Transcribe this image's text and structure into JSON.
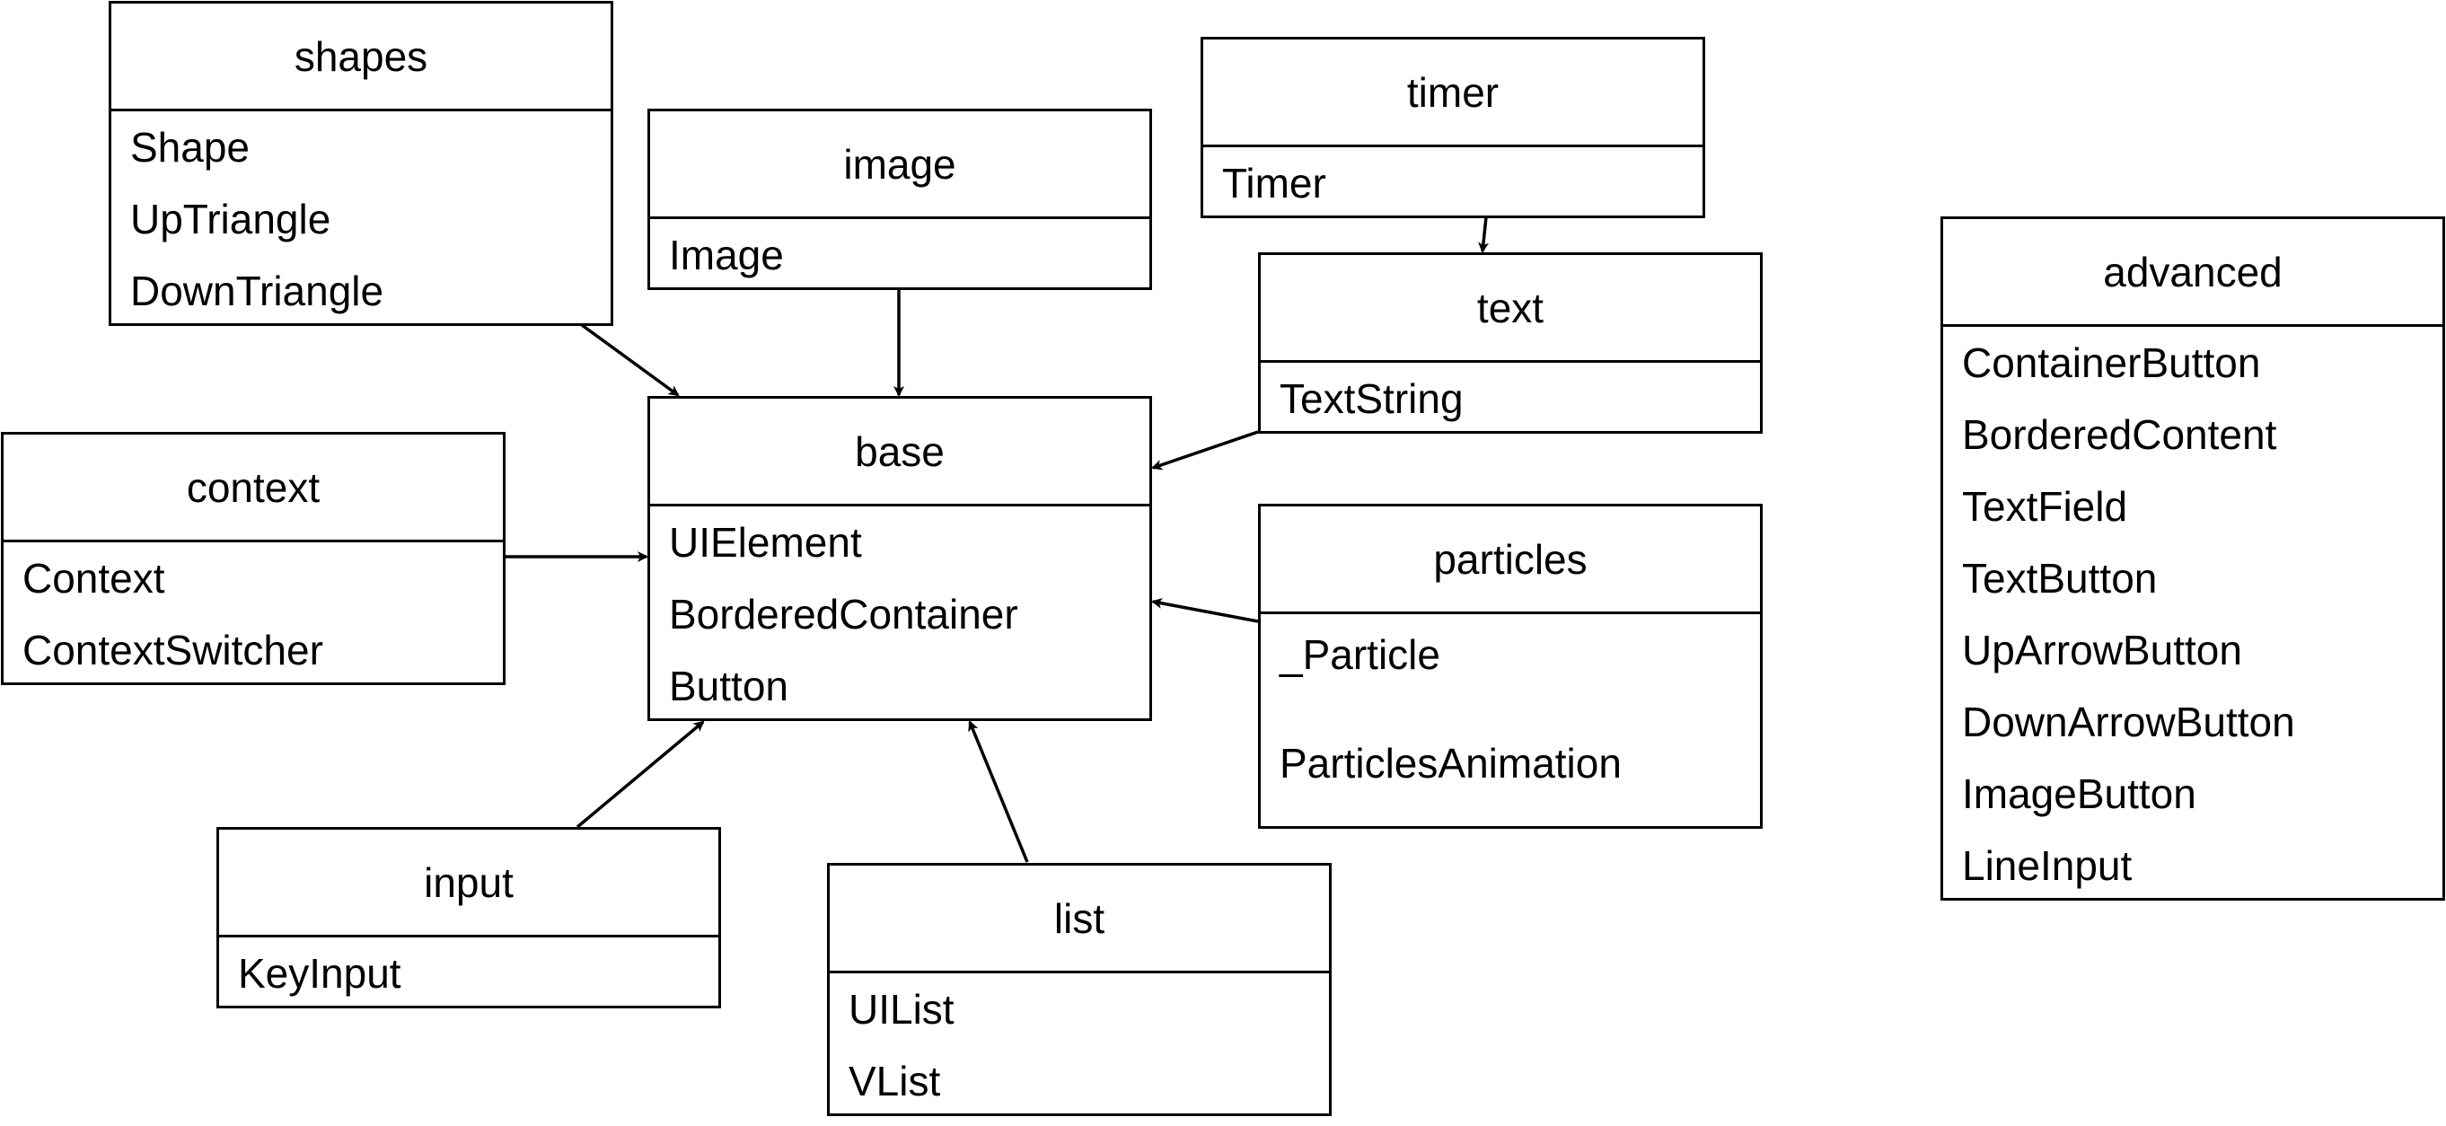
{
  "modules": {
    "shapes": {
      "title": "shapes",
      "items": [
        "Shape",
        "UpTriangle",
        "DownTriangle"
      ]
    },
    "image": {
      "title": "image",
      "items": [
        "Image"
      ]
    },
    "timer": {
      "title": "timer",
      "items": [
        "Timer"
      ]
    },
    "text": {
      "title": "text",
      "items": [
        "TextString"
      ]
    },
    "advanced": {
      "title": "advanced",
      "items": [
        "ContainerButton",
        "BorderedContent",
        "TextField",
        "TextButton",
        "UpArrowButton",
        "DownArrowButton",
        "ImageButton",
        "LineInput"
      ]
    },
    "context": {
      "title": "context",
      "items": [
        "Context",
        "ContextSwitcher"
      ]
    },
    "base": {
      "title": "base",
      "items": [
        "UIElement",
        "BorderedContainer",
        "Button"
      ]
    },
    "particles": {
      "title": "particles",
      "items": [
        "_Particle",
        "ParticlesAnimation"
      ]
    },
    "input": {
      "title": "input",
      "items": [
        "KeyInput"
      ]
    },
    "list": {
      "title": "list",
      "items": [
        "UIList",
        "VList"
      ]
    }
  },
  "dependencies": [
    {
      "from": "shapes",
      "to": "base"
    },
    {
      "from": "image",
      "to": "base"
    },
    {
      "from": "timer",
      "to": "text"
    },
    {
      "from": "text",
      "to": "base"
    },
    {
      "from": "context",
      "to": "base"
    },
    {
      "from": "particles",
      "to": "base"
    },
    {
      "from": "input",
      "to": "base"
    },
    {
      "from": "list",
      "to": "base"
    }
  ]
}
